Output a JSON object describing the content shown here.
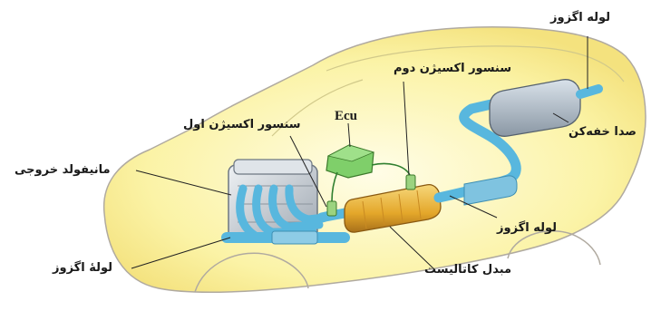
{
  "diagram": {
    "labels": {
      "ecu": "Ecu",
      "tailpipe": "لوله اگزوز",
      "o2_sensor_second": "سنسور اکسیژن دوم",
      "muffler": "صدا خفه‌کن",
      "o2_sensor_first": "سنسور اکسیژن اول",
      "exhaust_manifold": "مانیفولد خروجی",
      "exhaust_pipe_mid": "لوله اگزوز",
      "exhaust_pipe_front": "لولهٔ اگزوز",
      "catalytic_converter": "مبدل کاتالیست"
    },
    "colors": {
      "car_body": "#f9ef9c",
      "car_outline": "#b0aaa0",
      "pipe": "#58b7de",
      "engine": "#c3cad2",
      "converter": "#e4a72a",
      "ecu_box": "#7fcf6a",
      "leader_line": "#222222"
    }
  }
}
